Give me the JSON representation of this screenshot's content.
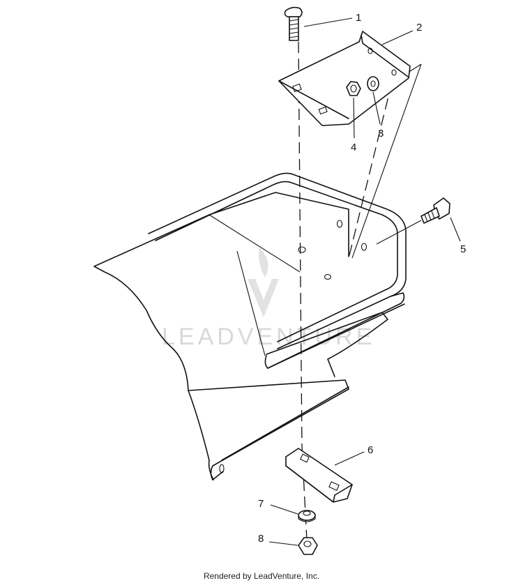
{
  "callouts": [
    {
      "id": "1",
      "label": "1"
    },
    {
      "id": "2",
      "label": "2"
    },
    {
      "id": "3",
      "label": "3"
    },
    {
      "id": "4",
      "label": "4"
    },
    {
      "id": "5",
      "label": "5"
    },
    {
      "id": "6",
      "label": "6"
    },
    {
      "id": "7",
      "label": "7"
    },
    {
      "id": "8",
      "label": "8"
    }
  ],
  "watermark": {
    "text": "LEADVENTURE"
  },
  "footer": {
    "text": "Rendered by LeadVenture, Inc."
  },
  "colors": {
    "line": "#111111",
    "watermark": "#d8d8d8",
    "background": "#ffffff"
  }
}
